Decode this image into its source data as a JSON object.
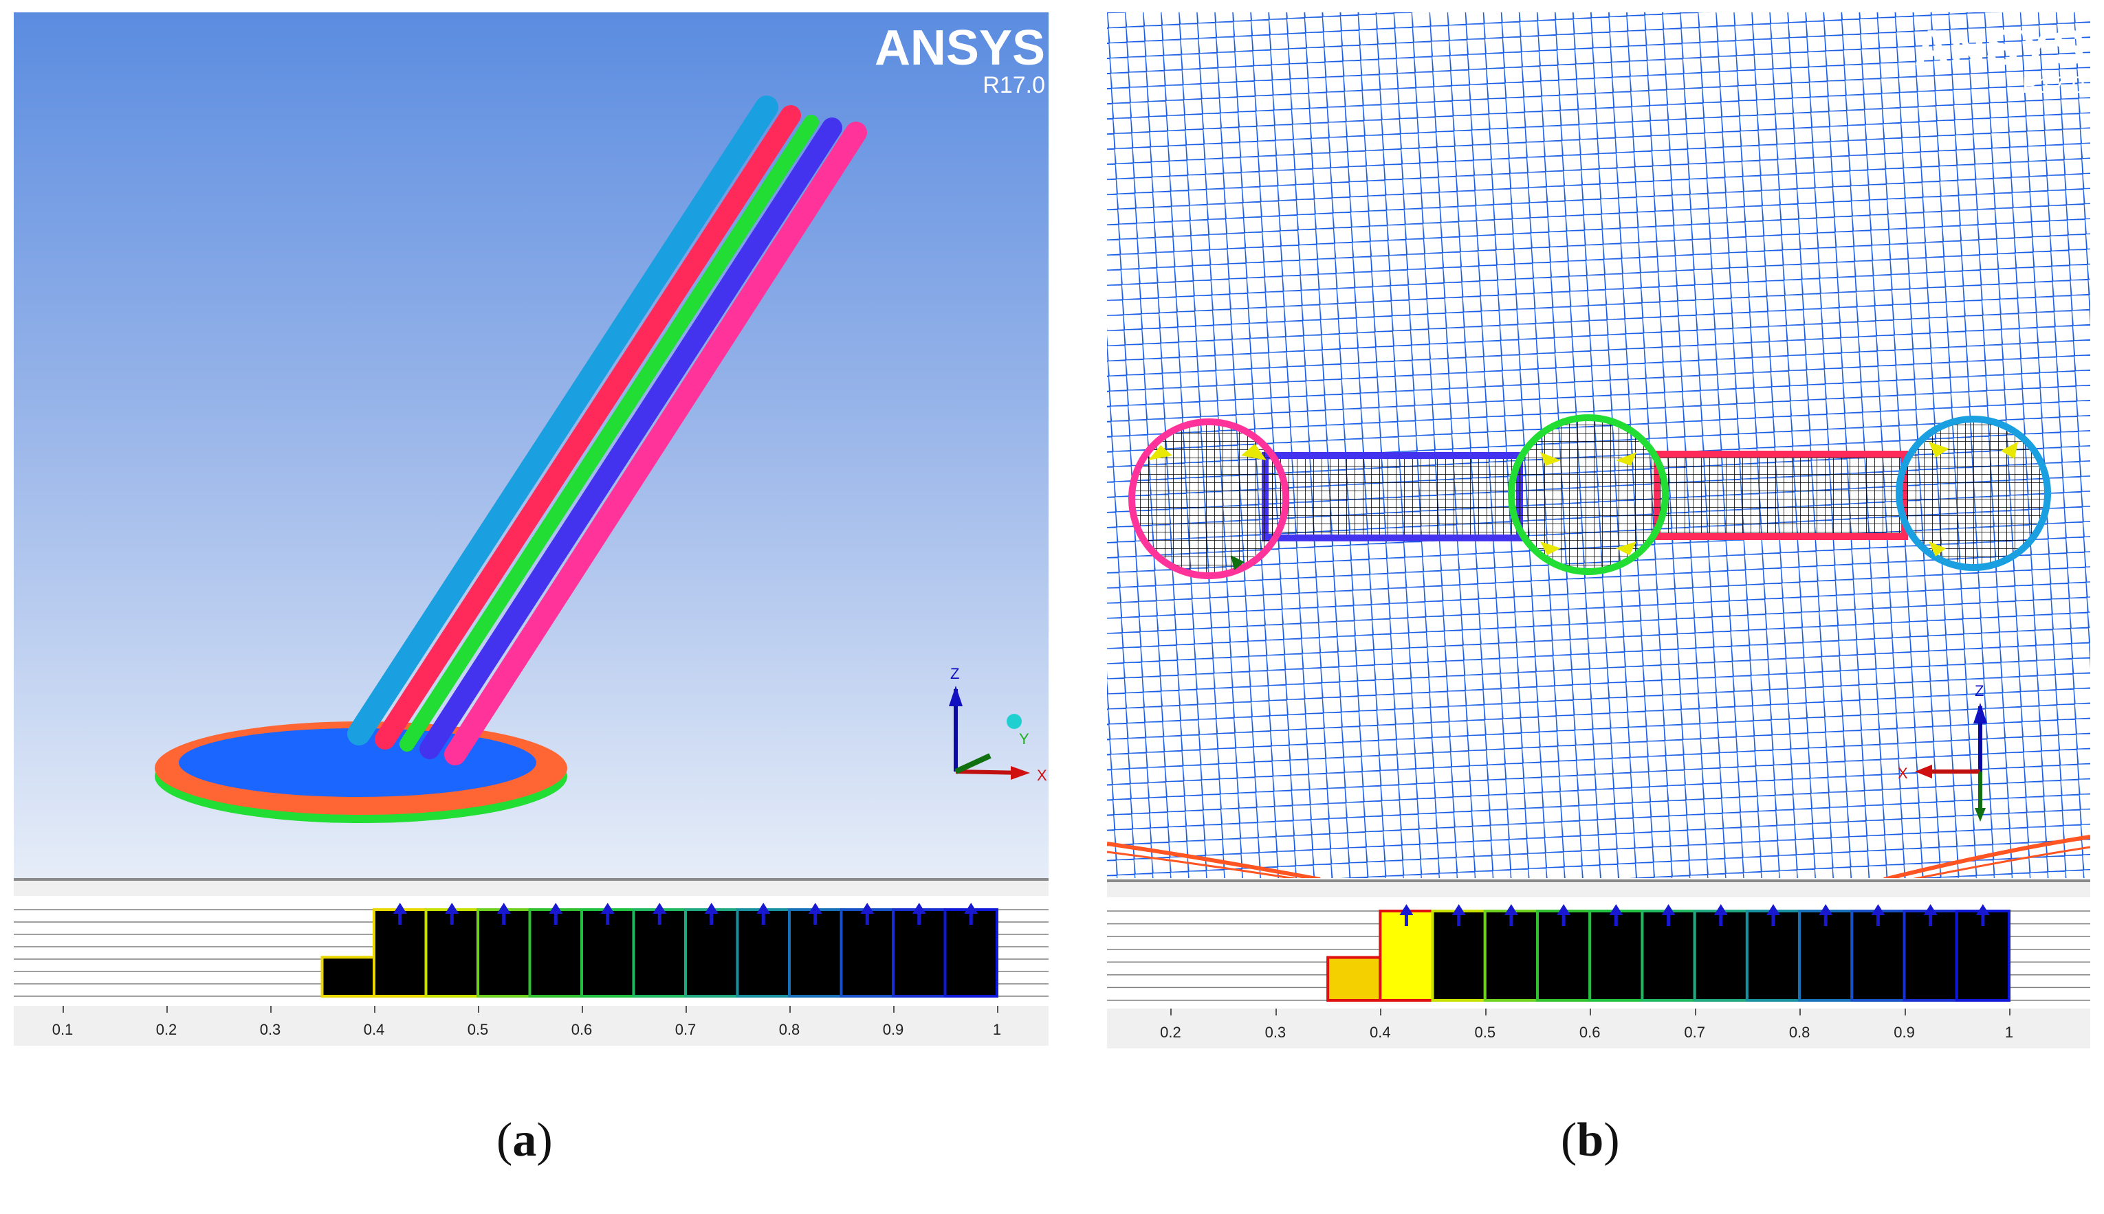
{
  "panels": [
    {
      "id": "a",
      "logo": {
        "name": "ANSYS",
        "version": "R17.0"
      },
      "triad": {
        "z": "Z",
        "y": "Y",
        "x": "X"
      },
      "histogram": {
        "ticks": [
          "0.1",
          "0.2",
          "0.3",
          "0.4",
          "0.5",
          "0.6",
          "0.7",
          "0.8",
          "0.9",
          "1"
        ],
        "bins": [
          {
            "lo": 0.35,
            "hi": 0.4,
            "level": 0.45,
            "fill": "#000000",
            "edge": "#e8d800"
          },
          {
            "lo": 0.4,
            "hi": 0.45,
            "level": 1,
            "fill": "#000000",
            "edge": "#e8d800"
          },
          {
            "lo": 0.45,
            "hi": 0.5,
            "level": 1,
            "fill": "#000000",
            "edge": "#c8e000"
          },
          {
            "lo": 0.5,
            "hi": 0.55,
            "level": 1,
            "fill": "#000000",
            "edge": "#70d020"
          },
          {
            "lo": 0.55,
            "hi": 0.6,
            "level": 1,
            "fill": "#000000",
            "edge": "#30c030"
          },
          {
            "lo": 0.6,
            "hi": 0.65,
            "level": 1,
            "fill": "#000000",
            "edge": "#20c040"
          },
          {
            "lo": 0.65,
            "hi": 0.7,
            "level": 1,
            "fill": "#000000",
            "edge": "#20b860"
          },
          {
            "lo": 0.7,
            "hi": 0.75,
            "level": 1,
            "fill": "#000000",
            "edge": "#20a880"
          },
          {
            "lo": 0.75,
            "hi": 0.8,
            "level": 1,
            "fill": "#000000",
            "edge": "#1890a0"
          },
          {
            "lo": 0.8,
            "hi": 0.85,
            "level": 1,
            "fill": "#000000",
            "edge": "#1870b8"
          },
          {
            "lo": 0.85,
            "hi": 0.9,
            "level": 1,
            "fill": "#000000",
            "edge": "#1850c8"
          },
          {
            "lo": 0.9,
            "hi": 0.95,
            "level": 1,
            "fill": "#000000",
            "edge": "#1830d0"
          },
          {
            "lo": 0.95,
            "hi": 1.0,
            "level": 1,
            "fill": "#000000",
            "edge": "#1018d8"
          }
        ],
        "markers": [
          0.425,
          0.475,
          0.525,
          0.575,
          0.625,
          0.675,
          0.725,
          0.775,
          0.825,
          0.875,
          0.925,
          0.975
        ]
      },
      "caption": {
        "open": "(",
        "letter": "a",
        "close": ")"
      }
    },
    {
      "id": "b",
      "logo": {
        "name": "ANSYS",
        "version": "R17.0"
      },
      "triad": {
        "z": "Z",
        "x": "X"
      },
      "histogram": {
        "ticks": [
          "0.2",
          "0.3",
          "0.4",
          "0.5",
          "0.6",
          "0.7",
          "0.8",
          "0.9",
          "1"
        ],
        "bins": [
          {
            "lo": 0.35,
            "hi": 0.4,
            "level": 0.48,
            "fill": "#f5d000",
            "edge": "#e01010"
          },
          {
            "lo": 0.4,
            "hi": 0.45,
            "level": 1,
            "fill": "#ffff00",
            "edge": "#e01010"
          },
          {
            "lo": 0.45,
            "hi": 0.5,
            "level": 1,
            "fill": "#000000",
            "edge": "#c8e000"
          },
          {
            "lo": 0.5,
            "hi": 0.55,
            "level": 1,
            "fill": "#000000",
            "edge": "#70d020"
          },
          {
            "lo": 0.55,
            "hi": 0.6,
            "level": 1,
            "fill": "#000000",
            "edge": "#30c030"
          },
          {
            "lo": 0.6,
            "hi": 0.65,
            "level": 1,
            "fill": "#000000",
            "edge": "#20c040"
          },
          {
            "lo": 0.65,
            "hi": 0.7,
            "level": 1,
            "fill": "#000000",
            "edge": "#20b860"
          },
          {
            "lo": 0.7,
            "hi": 0.75,
            "level": 1,
            "fill": "#000000",
            "edge": "#20a880"
          },
          {
            "lo": 0.75,
            "hi": 0.8,
            "level": 1,
            "fill": "#000000",
            "edge": "#1890a0"
          },
          {
            "lo": 0.8,
            "hi": 0.85,
            "level": 1,
            "fill": "#000000",
            "edge": "#1870b8"
          },
          {
            "lo": 0.85,
            "hi": 0.9,
            "level": 1,
            "fill": "#000000",
            "edge": "#1850c8"
          },
          {
            "lo": 0.9,
            "hi": 0.95,
            "level": 1,
            "fill": "#000000",
            "edge": "#1830d0"
          },
          {
            "lo": 0.95,
            "hi": 1.0,
            "level": 1,
            "fill": "#000000",
            "edge": "#1018d8"
          }
        ],
        "markers": [
          0.425,
          0.475,
          0.525,
          0.575,
          0.625,
          0.675,
          0.725,
          0.775,
          0.825,
          0.875,
          0.925,
          0.975
        ]
      },
      "caption": {
        "open": "(",
        "letter": "b",
        "close": ")"
      }
    }
  ],
  "colors": {
    "histogram_marker": "#1818d0",
    "mesh_blue": "#1a5ee6",
    "tube_cyan": "#1aa0e0",
    "tube_red": "#ff2a5a",
    "tube_green": "#22dd33",
    "tube_blue": "#4433ee",
    "tube_pink": "#ff3399",
    "disk_blue": "#1a66ff",
    "disk_orange": "#ff6633"
  }
}
